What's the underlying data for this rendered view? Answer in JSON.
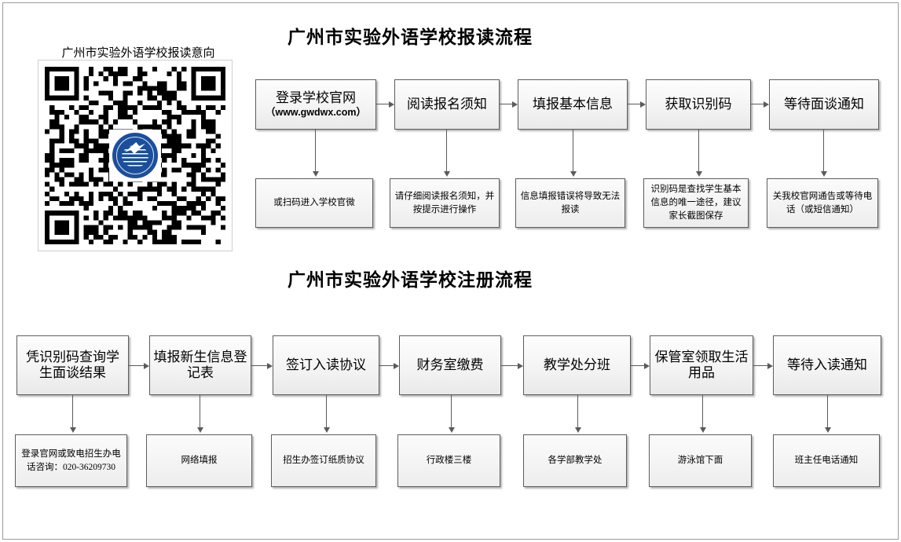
{
  "document": {
    "qr": {
      "caption": "广州市实验外语学校报读意向",
      "logo_name": "school-emblem"
    },
    "sections": [
      {
        "id": "apply",
        "title": "广州市实验外语学校报读流程",
        "steps": [
          {
            "label": "登录学校官网",
            "sub": "（www.gwdwx.com）",
            "note": "或扫码进入学校官微"
          },
          {
            "label": "阅读报名须知",
            "sub": "",
            "note": "请仔细阅读报名须知，并按提示进行操作"
          },
          {
            "label": "填报基本信息",
            "sub": "",
            "note": "信息填报错误将导致无法报读"
          },
          {
            "label": "获取识别码",
            "sub": "",
            "note": "识别码是查找学生基本信息的唯一途径，建议家长截图保存"
          },
          {
            "label": "等待面谈通知",
            "sub": "",
            "note": "关我校官网通告或等待电话（或短信通知）"
          }
        ]
      },
      {
        "id": "register",
        "title": "广州市实验外语学校注册流程",
        "steps": [
          {
            "label": "凭识别码查询学生面谈结果",
            "sub": "",
            "note": "登录官网或致电招生办电话咨询：020-36209730"
          },
          {
            "label": "填报新生信息登记表",
            "sub": "",
            "note": "网络填报"
          },
          {
            "label": "签订入读协议",
            "sub": "",
            "note": "招生办签订纸质协议"
          },
          {
            "label": "财务室缴费",
            "sub": "",
            "note": "行政楼三楼"
          },
          {
            "label": "教学处分班",
            "sub": "",
            "note": "各学部教学处"
          },
          {
            "label": "保管室领取生活用品",
            "sub": "",
            "note": "游泳馆下面"
          },
          {
            "label": "等待入读通知",
            "sub": "",
            "note": "班主任电话通知"
          }
        ]
      }
    ],
    "colors": {
      "box_border": "#5d5d5d",
      "arrow": "#5b5b5b",
      "logo_blue": "#1b4f9c",
      "page_border": "#9b9b9b"
    }
  }
}
